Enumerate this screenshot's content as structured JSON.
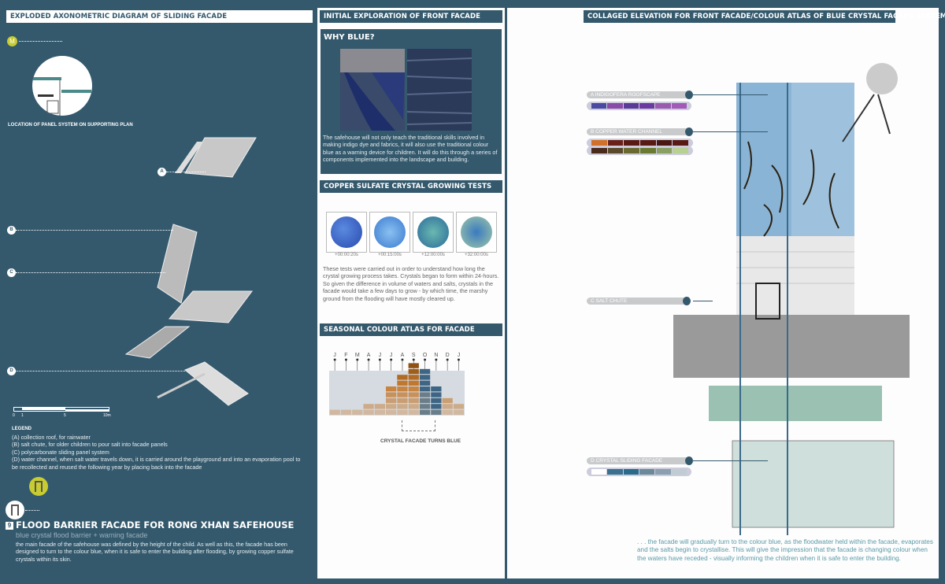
{
  "left": {
    "title": "EXPLODED AXONOMETRIC DIAGRAM OF SLIDING FACADE",
    "marker": "M",
    "plan_caption": "LOCATION OF PANEL SYSTEM ON SUPPORTING PLAN",
    "callouts": [
      "A",
      "B",
      "C",
      "D"
    ],
    "scale": {
      "ticks": [
        "0",
        "1",
        "5",
        "10m"
      ]
    },
    "legend_title": "LEGEND",
    "legend": [
      "(A) collection roof, for rainwater",
      "(B) salt chute, for older children to pour salt into facade panels",
      "(C) polycarbonate sliding panel system",
      "(D) water channel, when salt water travels down, it is carried around the playground and into an evaporation pool to be recollected and reused  the following year by placing back into the facade"
    ],
    "sheet_number": "9",
    "project_title": "FLOOD BARRIER FACADE FOR RONG XHAN SAFEHOUSE",
    "subtitle": "blue crystal flood barrier + warning facade",
    "description": "the main facade of the safehouse was defined by the height of the child. As well as this, the facade has been designed to turn to the colour blue, when it is safe to enter the building after flooding, by growing copper sulfate crystals within its skin."
  },
  "middle": {
    "title": "INITIAL EXPLORATION OF FRONT FACADE",
    "why_title": "WHY BLUE?",
    "why_text": "The safehouse will not only teach the traditional skills involved in making indigo dye and fabrics, it will also use the traditional colour blue as a warning device for children. It will do this through a series of components implemented into the landscape and building.",
    "tests_title": "COPPER SULFATE CRYSTAL GROWING TESTS",
    "tests": [
      {
        "time": "+00:00:20s"
      },
      {
        "time": "+00:15:00s"
      },
      {
        "time": "+12:00:00s"
      },
      {
        "time": "+32:00:00s"
      }
    ],
    "tests_text": "These tests were carried out in order to understand how long the crystal growing process takes. Crystals began to form within 24-hours. So given the difference in volume of waters and salts, crystals in the facade would take a few days to grow - by which time, the marshy ground from the flooding will have mostly cleared up.",
    "atlas_title": "SEASONAL COLOUR ATLAS FOR FACADE",
    "months": [
      "J",
      "F",
      "M",
      "A",
      "J",
      "J",
      "A",
      "S",
      "O",
      "N",
      "D",
      "J"
    ],
    "atlas_levels": [
      1,
      1,
      1,
      2,
      2,
      5,
      7,
      9,
      8,
      5,
      3,
      2
    ],
    "atlas_caption": "CRYSTAL FACADE TURNS BLUE"
  },
  "right": {
    "title": "COLLAGED ELEVATION FOR FRONT FACADE/COLOUR ATLAS OF BLUE CRYSTAL FACADE SYSTEM",
    "tags": [
      {
        "letter": "A",
        "label": "INDIGOFERA ROOFSCAPE",
        "swatches": [
          "#4a4aa0",
          "#8a4aa8",
          "#5a3a98",
          "#6a3aa0",
          "#9a5ab0",
          "#a25ab8"
        ]
      },
      {
        "letter": "B",
        "label": "COPPER WATER CHANNEL",
        "swatches": [
          "#d0702a",
          "#6a2018",
          "#5a1a14",
          "#5a1a14",
          "#4a1812",
          "#5a1a14",
          "#4a2a1a",
          "#5a4a2a",
          "#6a6a30",
          "#6a7a30",
          "#8aa060",
          "#b8d090"
        ]
      },
      {
        "letter": "C",
        "label": "SALT CHUTE",
        "swatches": []
      },
      {
        "letter": "D",
        "label": "CRYSTAL SLIDING FACADE",
        "swatches": [
          "#ffffff",
          "#3a7090",
          "#2a6a8a",
          "#6a8a9a",
          "#8aa0b0",
          "#c0ccd4"
        ]
      }
    ],
    "quote": ". . . the facade will gradually turn to the colour blue, as the floodwater held within the facade, evaporates and the salts begin to crystallise. This will give the impression that the facade is changing colour when the waters have receded - visually informing the children when it is safe to enter the building."
  },
  "colors": {
    "board": "#34596d",
    "accent": "#c8cc30"
  }
}
